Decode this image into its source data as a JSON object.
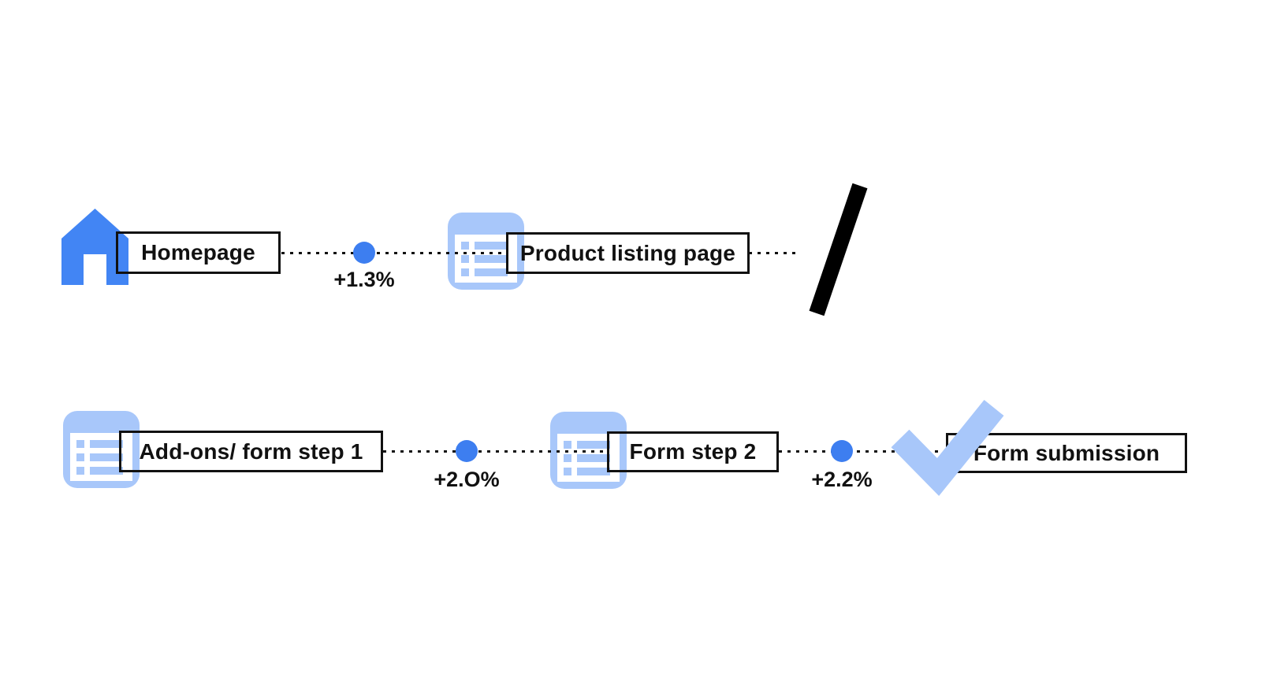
{
  "diagram": {
    "description": "User journey funnel flow with conversion lift percentages",
    "colors": {
      "primary_blue": "#3D7EF0",
      "home_blue": "#4285F4",
      "light_blue": "#A8C7FA",
      "line_black": "#111111",
      "background": "#ffffff"
    },
    "rows": [
      {
        "steps": [
          {
            "icon": "home-icon",
            "label": "Homepage"
          },
          {
            "icon": "list-icon",
            "label": "Product listing page"
          }
        ],
        "transitions": [
          {
            "delta": "+1.3%"
          }
        ],
        "end_marker": "flow-break-slash"
      },
      {
        "steps": [
          {
            "icon": "list-icon",
            "label": "Add-ons/ form step 1"
          },
          {
            "icon": "list-icon",
            "label": "Form step 2"
          },
          {
            "icon": "check-icon",
            "label": "Form submission"
          }
        ],
        "transitions": [
          {
            "delta": "+2.O%"
          },
          {
            "delta": "+2.2%"
          }
        ]
      }
    ]
  }
}
